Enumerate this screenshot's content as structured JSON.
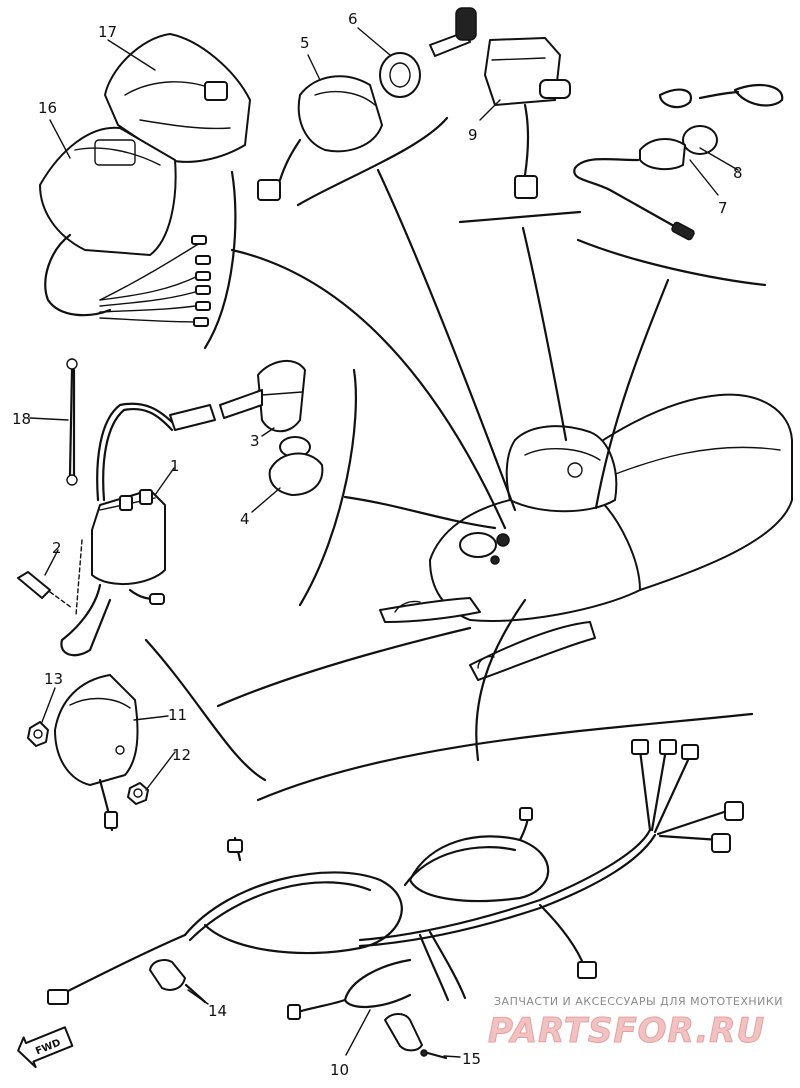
{
  "callouts": {
    "c1": "1",
    "c2": "2",
    "c3": "3",
    "c4": "4",
    "c5": "5",
    "c6": "6",
    "c7": "7",
    "c8": "8",
    "c9": "9",
    "c10": "10",
    "c11": "11",
    "c12": "12",
    "c13": "13",
    "c14": "14",
    "c15": "15",
    "c16": "16",
    "c17": "17",
    "c18": "18"
  },
  "direction_marker": "FWD",
  "watermark": {
    "tagline": "ЗАПЧАСТИ И АКСЕССУАРЫ ДЛЯ МОТОТЕХНИКИ",
    "brand": "PARTSFOR.RU"
  }
}
